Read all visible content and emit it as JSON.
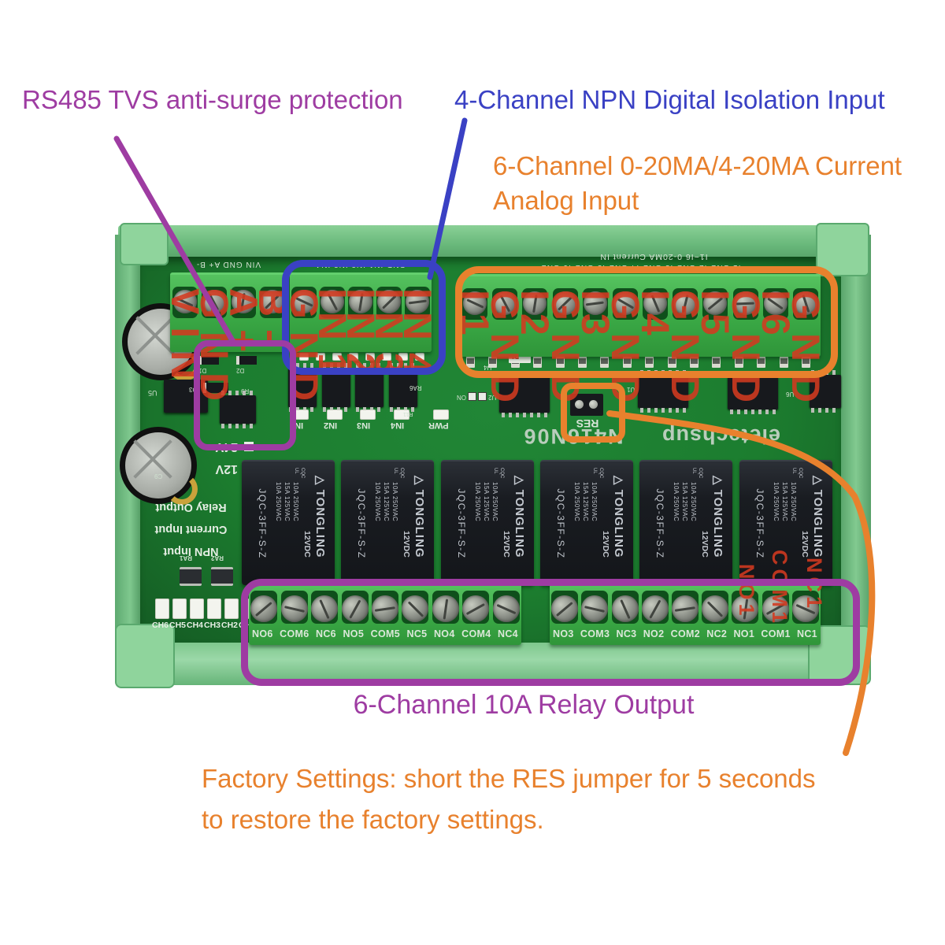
{
  "annotations": {
    "rs485_label": "RS485 TVS anti-surge protection",
    "npn_label": "4-Channel NPN Digital Isolation Input",
    "analog_label_line1": "6-Channel 0-20MA/4-20MA Current",
    "analog_label_line2": "Analog Input",
    "relay_label": "6-Channel 10A Relay Output",
    "factory_label_line1": "Factory Settings: short the RES jumper for 5 seconds",
    "factory_label_line2": "to restore the factory settings."
  },
  "colors": {
    "purple": "#9e3ca2",
    "blue": "#3a41c4",
    "orange": "#e8812d",
    "red_label": "#d33a20",
    "pcb_green": "#1c7d2f",
    "terminal_green": "#3fae49",
    "bracket_green": "#74c385"
  },
  "board": {
    "power_terminals": [
      "VIN",
      "GND",
      "A+",
      "B-"
    ],
    "digital_terminals": [
      "GND",
      "IN1",
      "IN2",
      "IN3",
      "IN4"
    ],
    "analog_terminals": [
      "I1",
      "GND",
      "I2",
      "GND",
      "I3",
      "GND",
      "I4",
      "GND",
      "I5",
      "GND",
      "I6",
      "GND"
    ],
    "silk_power": "VIN GND A+ B-",
    "silk_digital": "GND IN1 IN2 IN3 IN4",
    "silk_analog": "I1 GND I2 GND I3 GND I4 GND I5 GND I6 GND",
    "silk_analog_title": "I1~I6 0-20MA Current IN",
    "model": "N416N06",
    "brand": "eletechsup",
    "res_label": "RES",
    "pwr_label": "PWR",
    "input_led_labels": [
      "IN1",
      "IN2",
      "IN3",
      "IN4"
    ],
    "voltage_labels": [
      "24V",
      "12V"
    ],
    "side_labels": [
      "NPN Input",
      "Current Input",
      "Relay Output"
    ],
    "ra_labels": [
      "RA1",
      "RA2"
    ],
    "channel_led_labels": [
      "CH6",
      "CH5",
      "CH4",
      "CH3",
      "CH2",
      "CH1"
    ],
    "refdes": {
      "d1": "D1",
      "d2": "D2",
      "d3": "D3",
      "r9": "R9",
      "u5_reg": "U5",
      "u2": "U2",
      "u4": "U4",
      "on": "ON",
      "ra6": "RA6",
      "r11": "R11",
      "r1": "R1",
      "u1": "U1",
      "u6": "U6",
      "c9": "C9"
    },
    "relay": {
      "brand": "TONGLING",
      "logo": "△",
      "certs": [
        "CQC",
        "UL"
      ],
      "voltage": "12VDC",
      "ratings": [
        "10A 250VAC",
        "15A 125VAC",
        "10A 250VAC"
      ],
      "model": "JQC-3FF-S-Z",
      "count": 6
    },
    "relay_out_left": "NO6 COM6 NC6 NO5 COM5 NC5 NO4 COM4 NC4",
    "relay_out_right": "NO3 COM3 NC3 NO2 COM2 NC2 NO1 COM1 NC1",
    "relay_red_labels": [
      "NO1",
      "COM1",
      "NC1"
    ]
  }
}
